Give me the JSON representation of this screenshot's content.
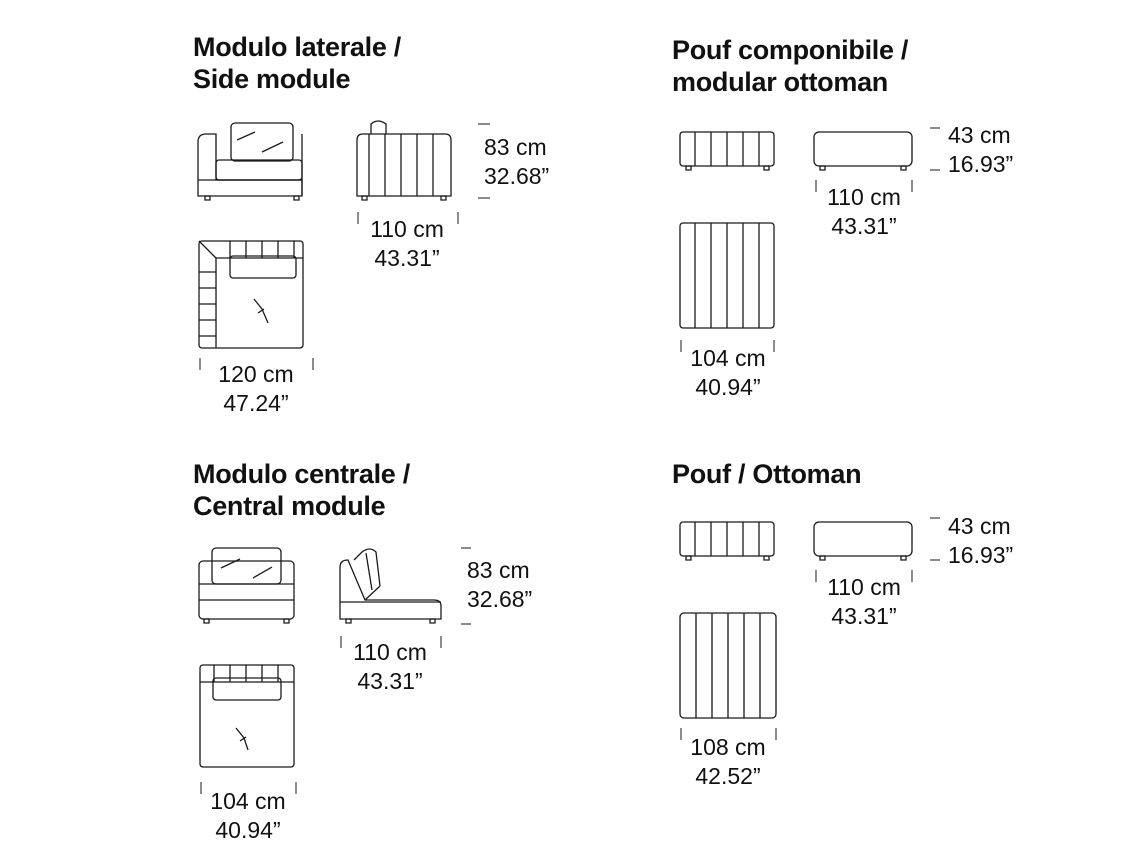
{
  "sections": {
    "side_module": {
      "title_it": "Modulo laterale /",
      "title_en": "Side module",
      "height": {
        "cm": "83 cm",
        "in": "32.68”"
      },
      "depth": {
        "cm": "110 cm",
        "in": "43.31”"
      },
      "width": {
        "cm": "120 cm",
        "in": "47.24”"
      }
    },
    "modular_ottoman": {
      "title_it": "Pouf componibile /",
      "title_en": "modular ottoman",
      "height": {
        "cm": "43 cm",
        "in": "16.93”"
      },
      "depth": {
        "cm": "110 cm",
        "in": "43.31”"
      },
      "width": {
        "cm": "104 cm",
        "in": "40.94”"
      }
    },
    "central_module": {
      "title_it": "Modulo centrale /",
      "title_en": "Central module",
      "height": {
        "cm": "83 cm",
        "in": "32.68”"
      },
      "depth": {
        "cm": "110 cm",
        "in": "43.31”"
      },
      "width": {
        "cm": "104 cm",
        "in": "40.94”"
      }
    },
    "ottoman": {
      "title": "Pouf / Ottoman",
      "height": {
        "cm": "43 cm",
        "in": "16.93”"
      },
      "depth": {
        "cm": "110 cm",
        "in": "43.31”"
      },
      "width": {
        "cm": "108 cm",
        "in": "42.52”"
      }
    }
  }
}
